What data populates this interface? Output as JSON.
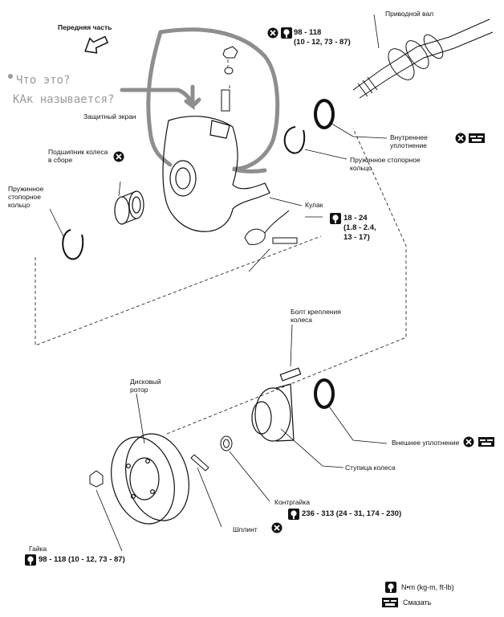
{
  "header": {
    "front_label": "Передняя часть"
  },
  "annotation": {
    "line1": "Что это?",
    "line2": "КАк называется?"
  },
  "labels": {
    "drive_shaft": "Приводной вал",
    "inner_seal": "Внутреннее уплотнение",
    "snap_ring_upper": "Пружинное стопорное кольцо",
    "heat_shield": "Защитный экран",
    "bearing": "Подшипник колеса в сборе",
    "snap_ring_left": "Пружинное стопорное кольцо",
    "knuckle": "Кулак",
    "wheel_bolt": "Болт крепления колеса",
    "disc_rotor": "Дисковый ротор",
    "outer_seal": "Внешнее уплотнение",
    "hub": "Ступица колеса",
    "lock_nut": "Контргайка",
    "cotter_pin": "Шплинт",
    "nut": "Гайка"
  },
  "torques": {
    "top": {
      "value": "98 - 118",
      "sub": "(10 - 12, 73 - 87)"
    },
    "knuckle_bolt": {
      "value": "18 - 24",
      "sub1": "(1.8 - 2.4,",
      "sub2": "13 - 17)"
    },
    "lock_nut": "236 - 313 (24 - 31, 174 - 230)",
    "nut": "98 - 118 (10 - 12, 73 - 87)"
  },
  "legend": {
    "torque_unit": "N•m (kg-m, ft-lb)",
    "lubricate": "Смазать"
  },
  "icons": {
    "replace": "x-circle-icon",
    "torque": "torque-wrench-icon",
    "grease": "grease-icon",
    "arrow": "front-direction-arrow-icon"
  }
}
